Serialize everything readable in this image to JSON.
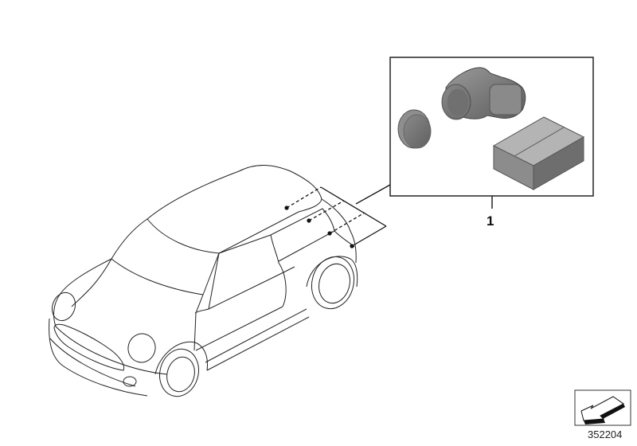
{
  "diagram": {
    "type": "parts-illustration",
    "subject": "Park distance control sensor retrofit",
    "callouts": [
      {
        "number": "1",
        "target": "sensor-kit-box"
      }
    ],
    "diagram_id": "352204",
    "kit_contents": [
      "ultrasonic-sensor",
      "sensor-cap-bezel",
      "parts-box"
    ],
    "sensor_points_on_vehicle": 4
  },
  "icons": {
    "navigation_arrow": "back-arrow-icon"
  }
}
